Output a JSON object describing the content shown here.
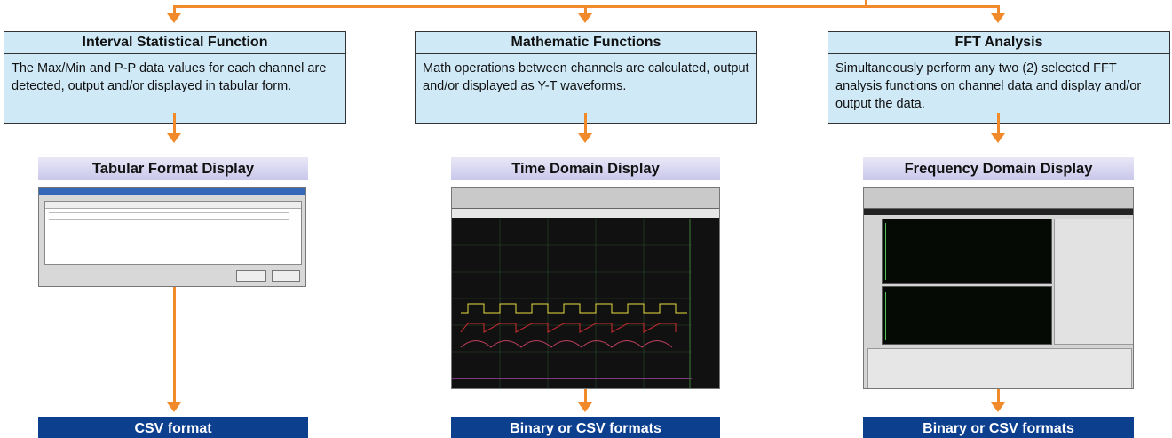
{
  "columns": [
    {
      "title": "Interval Statistical Function",
      "description": "The Max/Min and P-P data values for each channel are detected, output and/or displayed in tabular form.",
      "display_label": "Tabular Format Display",
      "output_label": "CSV format"
    },
    {
      "title": "Mathematic Functions",
      "description": "Math operations between channels are calculated, output and/or displayed as Y-T waveforms.",
      "display_label": "Time Domain Display",
      "output_label": "Binary or CSV formats"
    },
    {
      "title": "FFT Analysis",
      "description": "Simultaneously perform any two (2) selected FFT analysis functions on channel data and display and/or output the data.",
      "display_label": "Frequency Domain Display",
      "output_label": "Binary or CSV formats"
    }
  ],
  "colors": {
    "connector": "#f08a2a",
    "box_fill": "#cfe9f7",
    "output_fill": "#0d3f8f"
  }
}
